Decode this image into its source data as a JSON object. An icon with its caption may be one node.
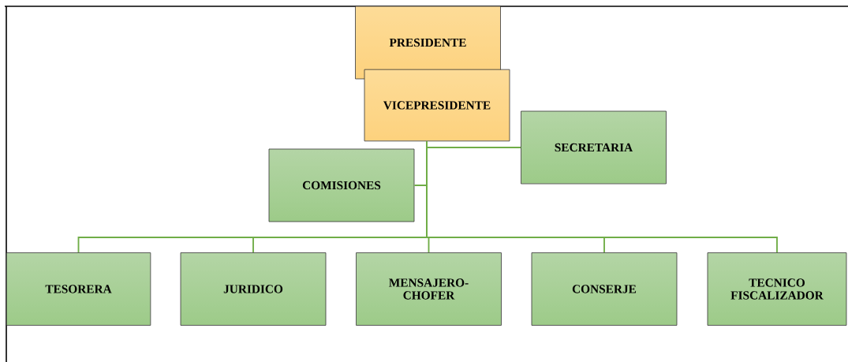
{
  "diagram": {
    "nodes": [
      {
        "text": [
          "PRESIDENTE"
        ]
      },
      {
        "text": [
          "VICEPRESIDENTE"
        ]
      },
      {
        "text": [
          "SECRETARIA"
        ]
      },
      {
        "text": [
          "COMISIONES"
        ]
      },
      {
        "text": [
          "TESORERA"
        ]
      },
      {
        "text": [
          "JURIDICO"
        ]
      },
      {
        "text": [
          "MENSAJERO-CHOFER"
        ]
      },
      {
        "text": [
          "CONSERJE"
        ]
      },
      {
        "text": [
          "TECNICO FISCALIZADOR"
        ]
      }
    ],
    "edges": [
      {
        "from": 1,
        "to": 2,
        "arrow": "none"
      },
      {
        "from": 1,
        "to": 3,
        "arrow": "none"
      },
      {
        "from": 1,
        "to": 4,
        "arrow": "none"
      },
      {
        "from": 1,
        "to": 5,
        "arrow": "none"
      },
      {
        "from": 1,
        "to": 6,
        "arrow": "none"
      },
      {
        "from": 1,
        "to": 7,
        "arrow": "none"
      },
      {
        "from": 1,
        "to": 8,
        "arrow": "none"
      }
    ]
  }
}
